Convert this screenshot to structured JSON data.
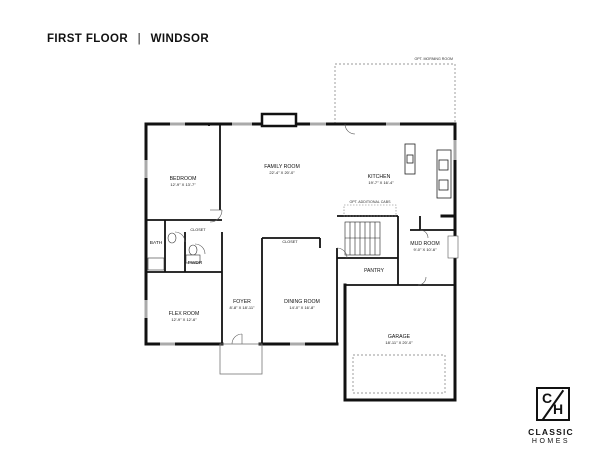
{
  "header": {
    "floor": "FIRST FLOOR",
    "separator": "|",
    "model": "WINDSOR"
  },
  "notes": {
    "opt_morning_room": "OPT. MORNING ROOM",
    "opt_additional_cabs": "OPT. ADDITIONAL CABS"
  },
  "rooms": {
    "family_room": {
      "name": "FAMILY ROOM",
      "size": "22'-4\" X 20'-0\""
    },
    "kitchen": {
      "name": "KITCHEN",
      "size": "19'-7\" X 16'-4\""
    },
    "bedroom": {
      "name": "BEDROOM",
      "size": "12'-9\" X 13'-7\""
    },
    "closet_bed": {
      "name": "CLOSET"
    },
    "bath": {
      "name": "BATH"
    },
    "pwdr": {
      "name": "PWDR"
    },
    "closet_dining": {
      "name": "CLOSET"
    },
    "mud_room": {
      "name": "MUD ROOM",
      "size": "9'-0\" X 10'-6\""
    },
    "pantry": {
      "name": "PANTRY"
    },
    "flex_room": {
      "name": "FLEX ROOM",
      "size": "12'-9\" X 12'-6\""
    },
    "foyer": {
      "name": "FOYER",
      "size": "8'-8\" X 18'-11\""
    },
    "dining_room": {
      "name": "DINING ROOM",
      "size": "14'-0\" X 16'-8\""
    },
    "garage": {
      "name": "GARAGE",
      "size": "18'-11\" X 20'-0\""
    }
  },
  "logo": {
    "letter1": "C",
    "letter2": "H",
    "line1": "CLASSIC",
    "line2": "HOMES"
  }
}
